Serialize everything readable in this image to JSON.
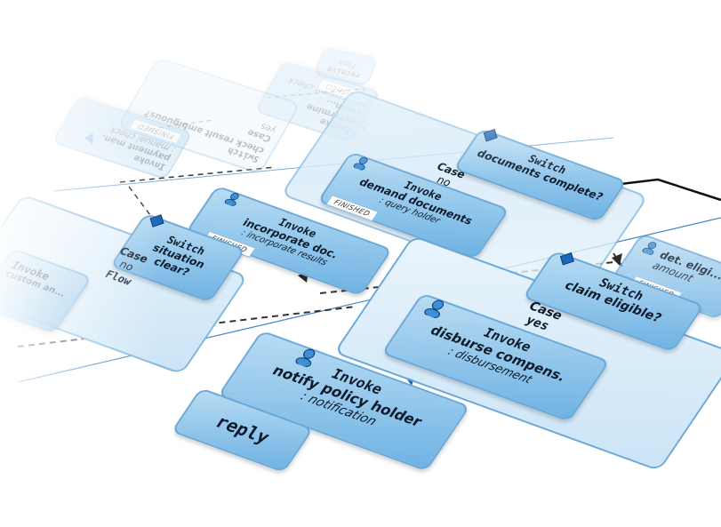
{
  "diagram": {
    "far_nodes": {
      "receive_label": "receive",
      "receive_sub": "Flow",
      "invoke_label": "Invoke",
      "invoke_name": "determine claim...",
      "invoke_sub": "assessment check",
      "invoke_state": "FINISHED",
      "switch_label": "Switch",
      "switch_name": "check result ambiguous?",
      "case_label": "Case",
      "case_value": "yes",
      "invoke2_label": "Invoke",
      "invoke2_name": "payment man.",
      "invoke2_sub": ": manual check",
      "invoke2_state": "FINISHED"
    },
    "switch_documents": {
      "keyword": "Switch",
      "title": "documents complete?",
      "case_label": "Case",
      "case_value": "no",
      "invoke_label": "Invoke",
      "invoke_name": "demand documents",
      "invoke_sub": ": query holder",
      "invoke_state": "FINISHED"
    },
    "incorporate": {
      "invoke_label": "Invoke",
      "invoke_name": "incorporate doc.",
      "invoke_sub": ": incorporate results",
      "invoke_state": "FINISHED"
    },
    "switch_situation": {
      "keyword": "Switch",
      "title": "situation clear?",
      "case_label": "Case",
      "case_value": "no",
      "flow_label": "Flow",
      "invoke_label": "Invoke",
      "invoke_name": "custom an..."
    },
    "det_eligible": {
      "invoke_name": "det. eligi...",
      "invoke_sub": "amount",
      "invoke_state": "FINISHED"
    },
    "switch_claim": {
      "keyword": "Switch",
      "title": "claim eligible?",
      "case_label": "Case",
      "case_value": "yes",
      "invoke_label": "Invoke",
      "invoke_name": "disburse compens.",
      "invoke_sub": ": disbursement"
    },
    "notify": {
      "invoke_label": "Invoke",
      "invoke_name": "notify policy holder",
      "invoke_sub": ": notification"
    },
    "reply": {
      "label": "reply"
    }
  },
  "colors": {
    "block_fill": "#8cc3ea",
    "block_border": "#6aa9d8",
    "panel_fill": "#dcecf8",
    "accent_arrow": "#1d67b8",
    "wire_dashed": "#333333"
  },
  "icons": {
    "diamond": "switch-diamond-icon",
    "person": "service-person-icon"
  }
}
